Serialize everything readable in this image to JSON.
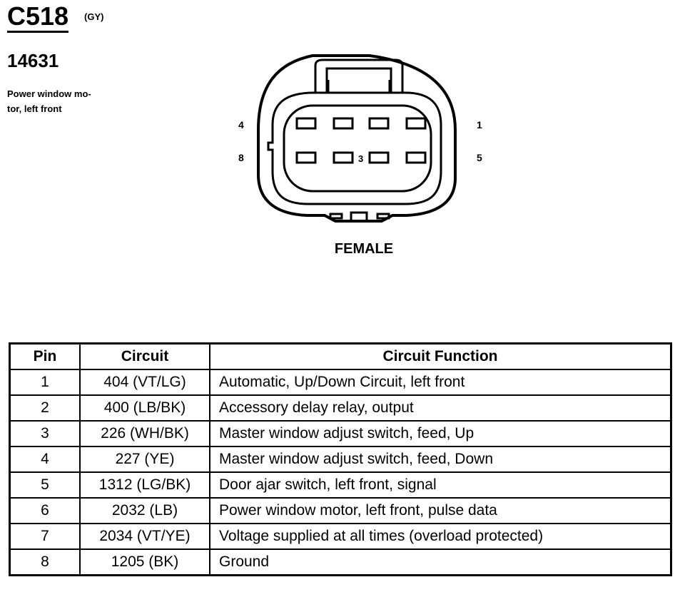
{
  "connector": {
    "id": "C518",
    "color_code": "(GY)",
    "part_number": "14631",
    "description_line1": "Power window mo-",
    "description_line2": "tor, left front",
    "gender": "FEMALE",
    "pin_labels": {
      "p1": "1",
      "p3": "3",
      "p4": "4",
      "p5": "5",
      "p8": "8"
    }
  },
  "table": {
    "headers": [
      "Pin",
      "Circuit",
      "Circuit Function"
    ],
    "rows": [
      {
        "pin": "1",
        "circuit": "404 (VT/LG)",
        "function": "Automatic, Up/Down Circuit, left front"
      },
      {
        "pin": "2",
        "circuit": "400 (LB/BK)",
        "function": "Accessory delay relay, output"
      },
      {
        "pin": "3",
        "circuit": "226 (WH/BK)",
        "function": "Master window adjust switch, feed, Up"
      },
      {
        "pin": "4",
        "circuit": "227 (YE)",
        "function": "Master window adjust switch, feed, Down"
      },
      {
        "pin": "5",
        "circuit": "1312 (LG/BK)",
        "function": "Door ajar switch, left front, signal"
      },
      {
        "pin": "6",
        "circuit": "2032 (LB)",
        "function": "Power window motor, left front, pulse data"
      },
      {
        "pin": "7",
        "circuit": "2034 (VT/YE)",
        "function": "Voltage supplied at all times (overload protected)"
      },
      {
        "pin": "8",
        "circuit": "1205 (BK)",
        "function": "Ground"
      }
    ]
  }
}
